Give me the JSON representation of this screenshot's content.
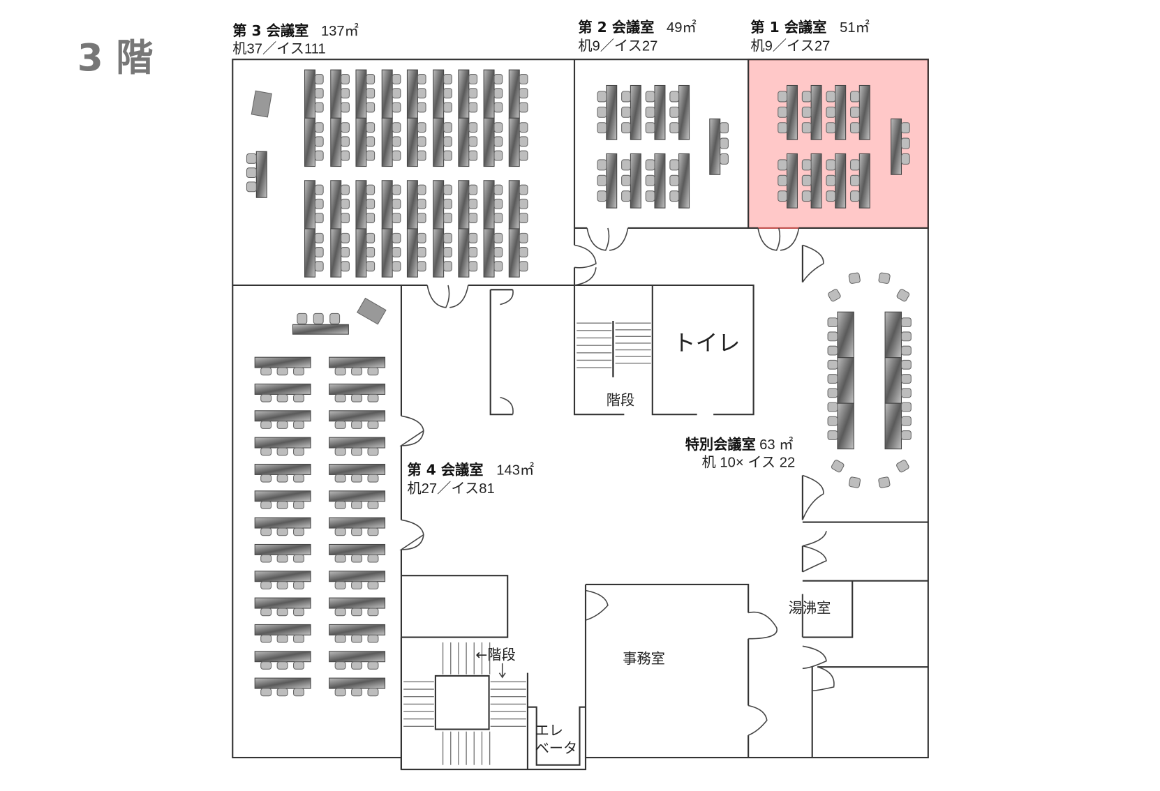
{
  "floor_label": "3 階",
  "colors": {
    "highlight": "#ffc8c8",
    "highlight_border": "#c0504d",
    "floor_label": "#777777"
  },
  "rooms": {
    "room3": {
      "name": "第 3 会議室",
      "area": "137㎡",
      "capacity": "机37／イス111"
    },
    "room2": {
      "name": "第 2 会議室",
      "area": "49㎡",
      "capacity": "机9／イス27"
    },
    "room1": {
      "name": "第 1 会議室",
      "area": "51㎡",
      "capacity": "机9／イス27"
    },
    "room4": {
      "name": "第 4 会議室",
      "area": "143㎡",
      "capacity": "机27／イス81"
    },
    "special": {
      "name": "特別会議室",
      "area": "63 ㎡",
      "capacity": "机 10× イス 22"
    }
  },
  "facilities": {
    "toilet": "トイレ",
    "stairs_upper": "階段",
    "stairs_lower": "←階段",
    "kitchenette": "湯沸室",
    "office": "事務室",
    "elevator_line1": "エレ",
    "elevator_line2": "ベータ"
  }
}
